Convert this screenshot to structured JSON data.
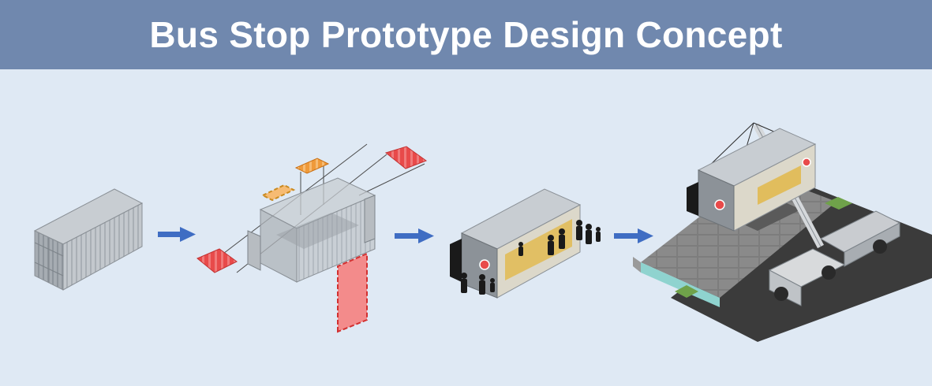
{
  "header": {
    "title": "Bus Stop Prototype Design Concept"
  },
  "colors": {
    "header_bg": "#7088ae",
    "background": "#dfe9f4",
    "title_text": "#ffffff",
    "arrow": "#3f6dc3",
    "panel_red": "#e84a4a",
    "panel_orange": "#ef9a3a",
    "container_gray": "#b9bec4",
    "road": "#3b3b3b",
    "curb_teal": "#8fd3cf",
    "grass": "#6fa24a"
  },
  "diagram": {
    "stages": [
      {
        "id": "shipping-container",
        "icon": "container-icon"
      },
      {
        "id": "panel-cutout",
        "icon": "exploded-container-icon"
      },
      {
        "id": "occupied-shelter",
        "icon": "bus-shelter-icon"
      },
      {
        "id": "crane-installation",
        "icon": "crane-truck-icon"
      }
    ],
    "arrows": [
      "step-1-to-2",
      "step-2-to-3",
      "step-3-to-4"
    ]
  }
}
